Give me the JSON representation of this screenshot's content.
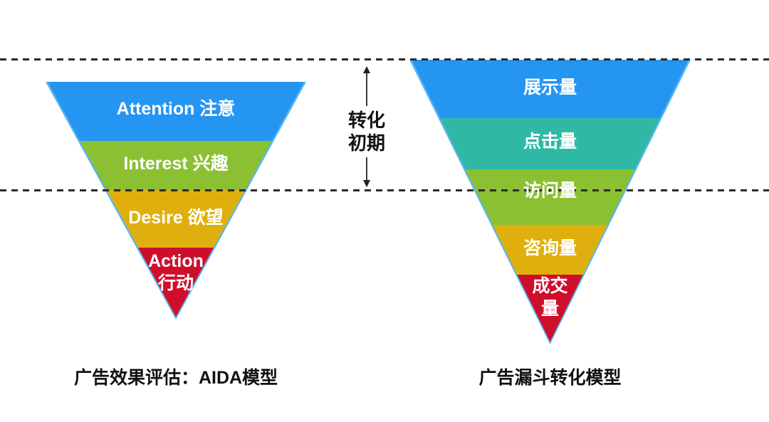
{
  "colors": {
    "background": "#FFFFFF",
    "blue": "#2595F2",
    "teal": "#2FB9A5",
    "green": "#8CC033",
    "gold": "#DFB00D",
    "red": "#CE0E2B",
    "funnel_edge": "#57B6F2",
    "dashed_line": "#2B2B2B",
    "band_text": "#FFFFFF",
    "caption_text": "#111111"
  },
  "left_funnel": {
    "caption": "广告效果评估：AIDA模型",
    "layers": [
      {
        "lines": [
          "Attention 注意"
        ],
        "color": "#2595F2"
      },
      {
        "lines": [
          "Interest 兴趣"
        ],
        "color": "#8CC033"
      },
      {
        "lines": [
          "Desire 欲望"
        ],
        "color": "#DFB00D"
      },
      {
        "lines": [
          "Action",
          "行动"
        ],
        "color": "#CE0E2B"
      }
    ]
  },
  "right_funnel": {
    "caption": "广告漏斗转化模型",
    "layers": [
      {
        "lines": [
          "展示量"
        ],
        "color": "#2595F2"
      },
      {
        "lines": [
          "点击量"
        ],
        "color": "#2FB9A5"
      },
      {
        "lines": [
          "访问量"
        ],
        "color": "#8CC033"
      },
      {
        "lines": [
          "咨询量"
        ],
        "color": "#DFB00D"
      },
      {
        "lines": [
          "成交",
          "量"
        ],
        "color": "#CE0E2B"
      }
    ]
  },
  "annotation": {
    "lines": [
      "转化",
      "初期"
    ]
  }
}
